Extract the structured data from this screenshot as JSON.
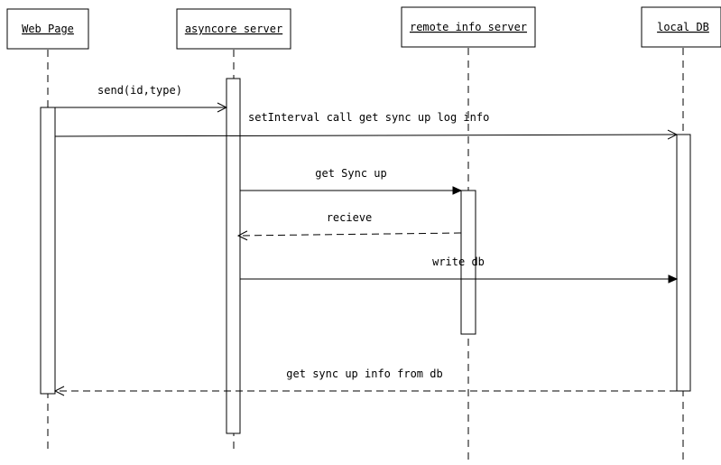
{
  "participants": {
    "web_page": "Web Page",
    "asyncore_server": "asyncore server",
    "remote_info_server": "remote info server",
    "local_db": "local DB"
  },
  "messages": {
    "send": "send(id,type)",
    "set_interval": "setInterval call get sync up log info",
    "get_sync_up": "get Sync up",
    "recieve": "recieve",
    "write_db": "write db",
    "get_sync_up_info": "get sync up info from db"
  }
}
